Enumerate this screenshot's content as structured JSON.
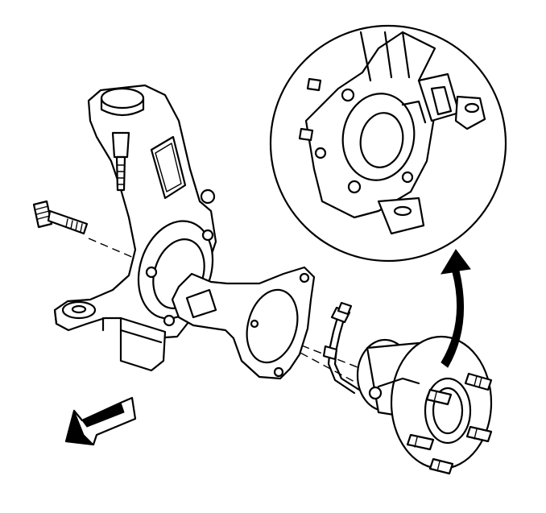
{
  "figure": {
    "background": "#ffffff",
    "line_color": "#000000",
    "labels": []
  },
  "parts": [
    {
      "id": "steering-knuckle",
      "icon": "steering-knuckle-icon"
    },
    {
      "id": "knuckle-bolt",
      "icon": "bolt-icon"
    },
    {
      "id": "splash-shield-gasket",
      "icon": "gasket-icon"
    },
    {
      "id": "hub-and-bearing-assembly",
      "icon": "wheel-hub-icon"
    },
    {
      "id": "wheel-speed-sensor-connector",
      "icon": "connector-icon"
    },
    {
      "id": "detail-magnifier-view",
      "icon": "magnifier-icon"
    },
    {
      "id": "detail-callout-arrow",
      "icon": "curved-arrow-icon"
    },
    {
      "id": "vehicle-front-direction-arrow",
      "icon": "direction-arrow-icon"
    }
  ]
}
